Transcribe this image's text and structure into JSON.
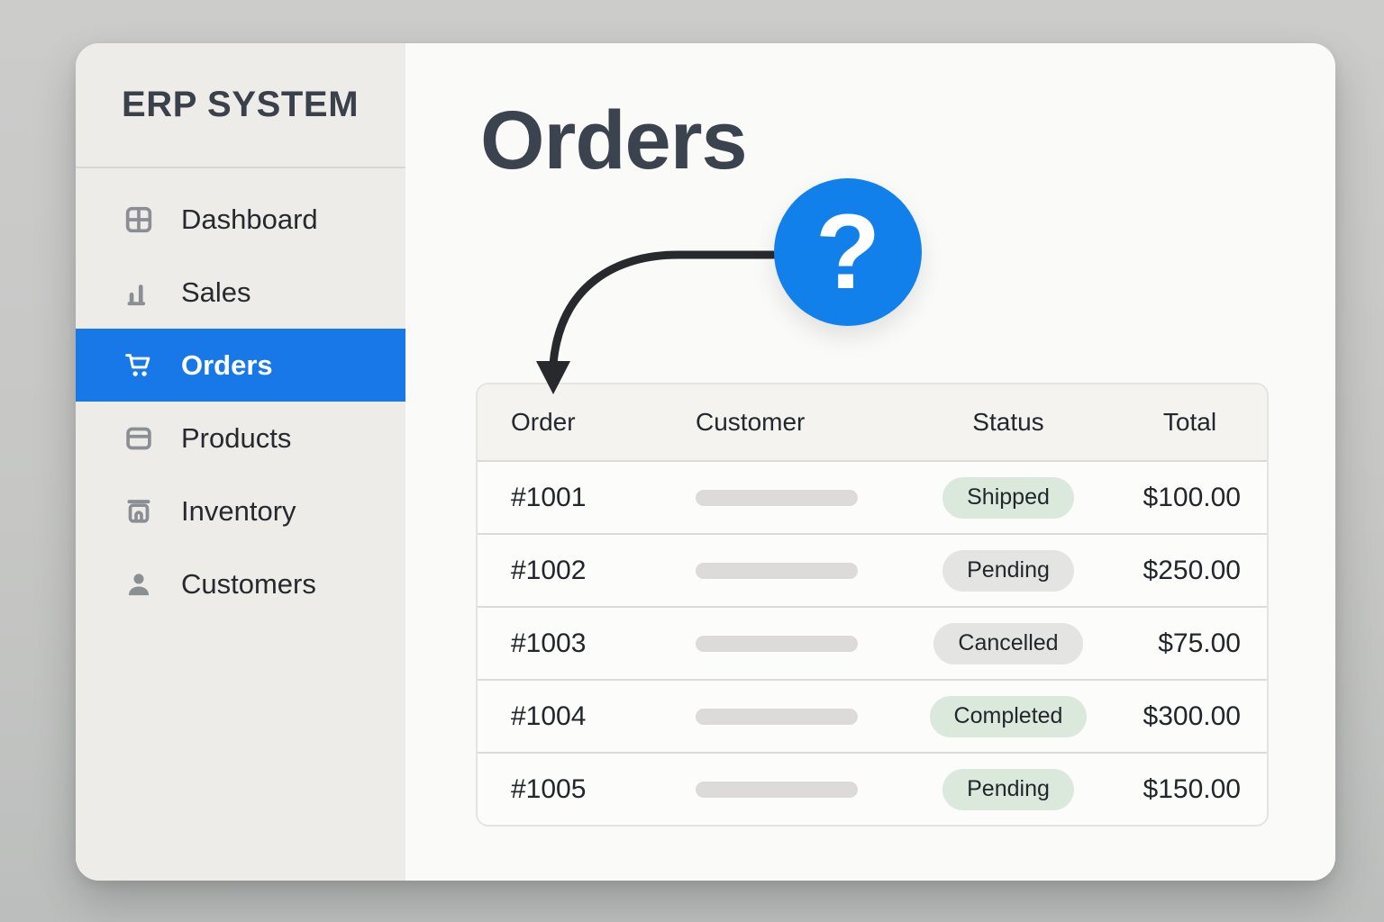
{
  "brand": {
    "title": "ERP SYSTEM"
  },
  "sidebar": {
    "items": [
      {
        "label": "Dashboard",
        "icon": "dashboard-grid-icon",
        "active": false
      },
      {
        "label": "Sales",
        "icon": "bar-chart-icon",
        "active": false
      },
      {
        "label": "Orders",
        "icon": "shopping-cart-icon",
        "active": true
      },
      {
        "label": "Products",
        "icon": "product-card-icon",
        "active": false
      },
      {
        "label": "Inventory",
        "icon": "storefront-icon",
        "active": false
      },
      {
        "label": "Customers",
        "icon": "person-icon",
        "active": false
      }
    ]
  },
  "main": {
    "title": "Orders"
  },
  "help_badge": {
    "glyph": "?",
    "icon": "question-mark-icon",
    "color": "#1180ea"
  },
  "orders_table": {
    "columns": [
      "Order",
      "Customer",
      "Status",
      "Total"
    ],
    "rows": [
      {
        "order": "#1001",
        "status": "Shipped",
        "status_variant": "green",
        "total": "$100.00"
      },
      {
        "order": "#1002",
        "status": "Pending",
        "status_variant": "gray",
        "total": "$250.00"
      },
      {
        "order": "#1003",
        "status": "Cancelled",
        "status_variant": "gray",
        "total": "$75.00"
      },
      {
        "order": "#1004",
        "status": "Completed",
        "status_variant": "green",
        "total": "$300.00"
      },
      {
        "order": "#1005",
        "status": "Pending",
        "status_variant": "green",
        "total": "$150.00"
      }
    ]
  },
  "colors": {
    "accent_blue": "#1878e8",
    "badge_green_bg": "#dbe9dd",
    "badge_gray_bg": "#e4e4e2",
    "sidebar_bg": "#edece9",
    "main_bg": "#fafaf8"
  }
}
